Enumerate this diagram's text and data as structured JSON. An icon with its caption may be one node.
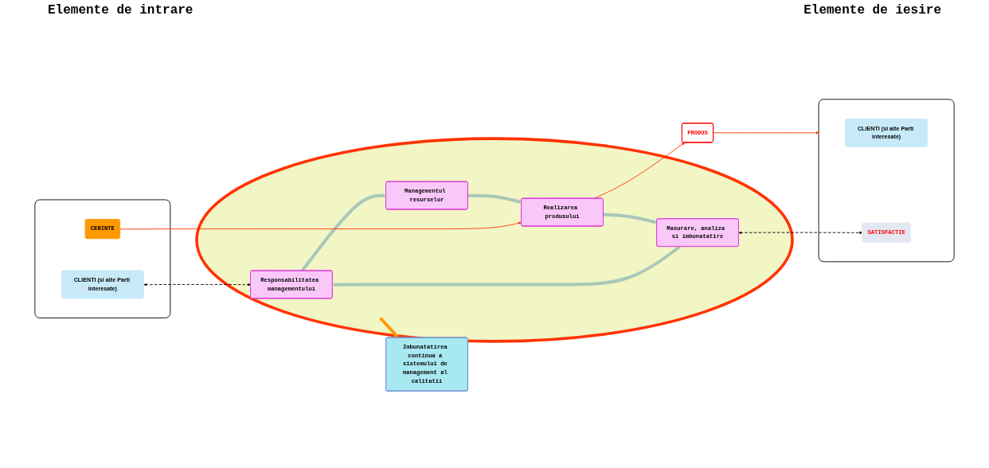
{
  "diagram": {
    "nodes": [
      {
        "text": [
          "Imbunatatirea continua a sistemului de management al calitatii"
        ]
      },
      {
        "text": [],
        "shape": "circle"
      },
      {
        "text": [
          "Responsabilitatea managementului"
        ],
        "in": 1
      },
      {
        "text": [
          "Managementul resurselor"
        ],
        "in": 1
      },
      {
        "text": [
          "Masurare, analiza si imbunatatire"
        ],
        "in": 1
      },
      {
        "text": [
          "Realizarea produsului"
        ],
        "in": 1
      },
      {
        "text": [],
        "shape": "box"
      },
      {
        "text": [
          "CLIENTI (si alte Parti interesate)"
        ],
        "in": 6
      },
      {
        "text": [
          "CERINTE"
        ],
        "in": 6
      },
      {
        "text": [],
        "shape": "box"
      },
      {
        "text": [
          "CLIENTI (si alte Parti interesate)"
        ],
        "in": 9
      },
      {
        "text": [
          "SATISFACTIE"
        ],
        "in": 9
      },
      {
        "text": [
          "PRODUS"
        ]
      }
    ],
    "edges": [
      {
        "from": 1,
        "to": 0,
        "arrow": "to",
        "style": "thick",
        "color": "#ff9900"
      },
      {
        "from": 2,
        "to": 3,
        "arrow": "to",
        "style": "thick",
        "color": "#a9c8b8"
      },
      {
        "from": 3,
        "to": 5,
        "arrow": "to",
        "style": "thick",
        "color": "#a9c8b8"
      },
      {
        "from": 5,
        "to": 4,
        "arrow": "to",
        "style": "thick",
        "color": "#a9c8b8"
      },
      {
        "from": 4,
        "to": 2,
        "arrow": "to",
        "style": "thick",
        "color": "#a9c8b8"
      },
      {
        "from": 7,
        "to": 2,
        "arrow": "both",
        "style": "dashed",
        "color": "#000000"
      },
      {
        "from": 4,
        "to": 11,
        "arrow": "both",
        "style": "dashed",
        "color": "#000000"
      },
      {
        "from": 8,
        "to": 5,
        "arrow": "to",
        "color": "#ff3300"
      },
      {
        "from": 5,
        "to": 12,
        "arrow": "to",
        "color": "#ff3300"
      },
      {
        "from": 12,
        "to": 9,
        "arrow": "to",
        "color": "#ff3300"
      }
    ],
    "labels": [
      "Elemente de intrare",
      "Elemente de iesire"
    ]
  }
}
